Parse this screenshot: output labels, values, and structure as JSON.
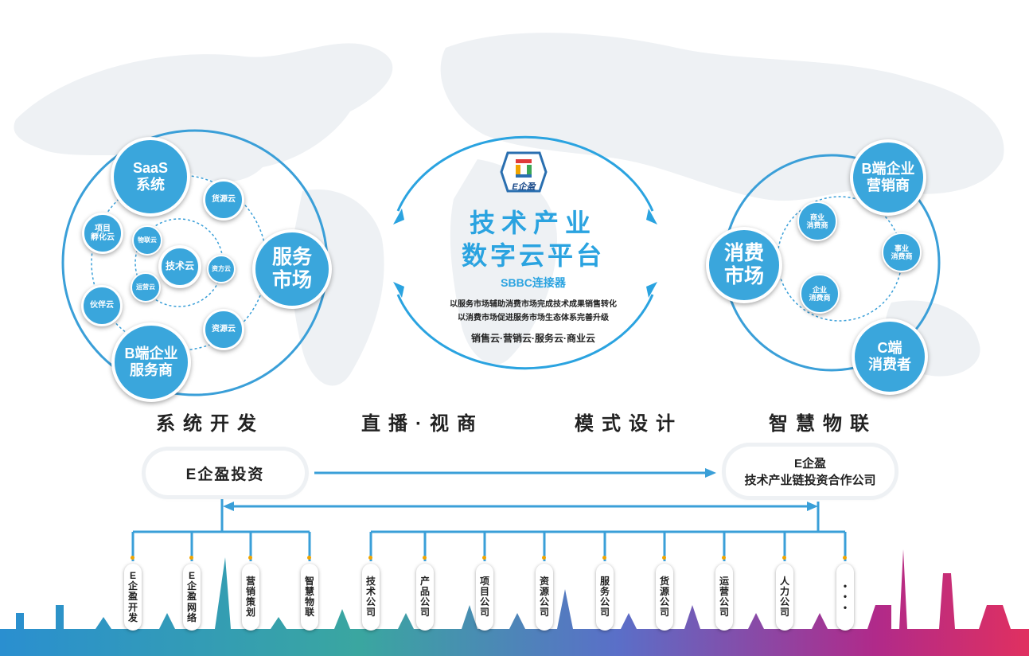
{
  "left_cluster": {
    "saas": "SaaS\n系统",
    "service_market": "服务\n市场",
    "b_provider": "B端企业\n服务商",
    "huoyuan": "货源云",
    "project": "项目\n孵化云",
    "partner": "伙伴云",
    "resource": "资源云",
    "iot": "物联云",
    "tech": "技术云",
    "funder": "资方云",
    "ops": "运营云"
  },
  "center": {
    "logo_text": "E企盈",
    "title_line1": "技术产业",
    "title_line2": "数字云平台",
    "connector": "SBBC连接器",
    "desc_line1": "以服务市场辅助消费市场完成技术成果销售转化",
    "desc_line2": "以消费市场促进服务市场生态体系完善升级",
    "clouds": "销售云·营销云·服务云·商业云"
  },
  "right_cluster": {
    "b_marketer": "B端企业\n营销商",
    "consumer_market": "消费\n市场",
    "c_consumer": "C端\n消费者",
    "commerce": "商业\n消费商",
    "enterprise": "事业\n消费商",
    "corp": "企业\n消费商"
  },
  "sections": [
    "系统开发",
    "直播·视商",
    "模式设计",
    "智慧物联"
  ],
  "left_box": "E企盈投资",
  "right_box": {
    "line1": "E企盈",
    "line2": "技术产业链投资合作公司"
  },
  "left_leaves": [
    "E企盈开发",
    "E企盈网络",
    "营销策划",
    "智慧物联"
  ],
  "right_leaves": [
    "技术公司",
    "产品公司",
    "项目公司",
    "资源公司",
    "服务公司",
    "货源公司",
    "运营公司",
    "人力公司",
    "•••"
  ],
  "colors": {
    "accent": "#2aa3e0",
    "bubble": "#3aa6dc",
    "line": "#3a9fd8"
  }
}
